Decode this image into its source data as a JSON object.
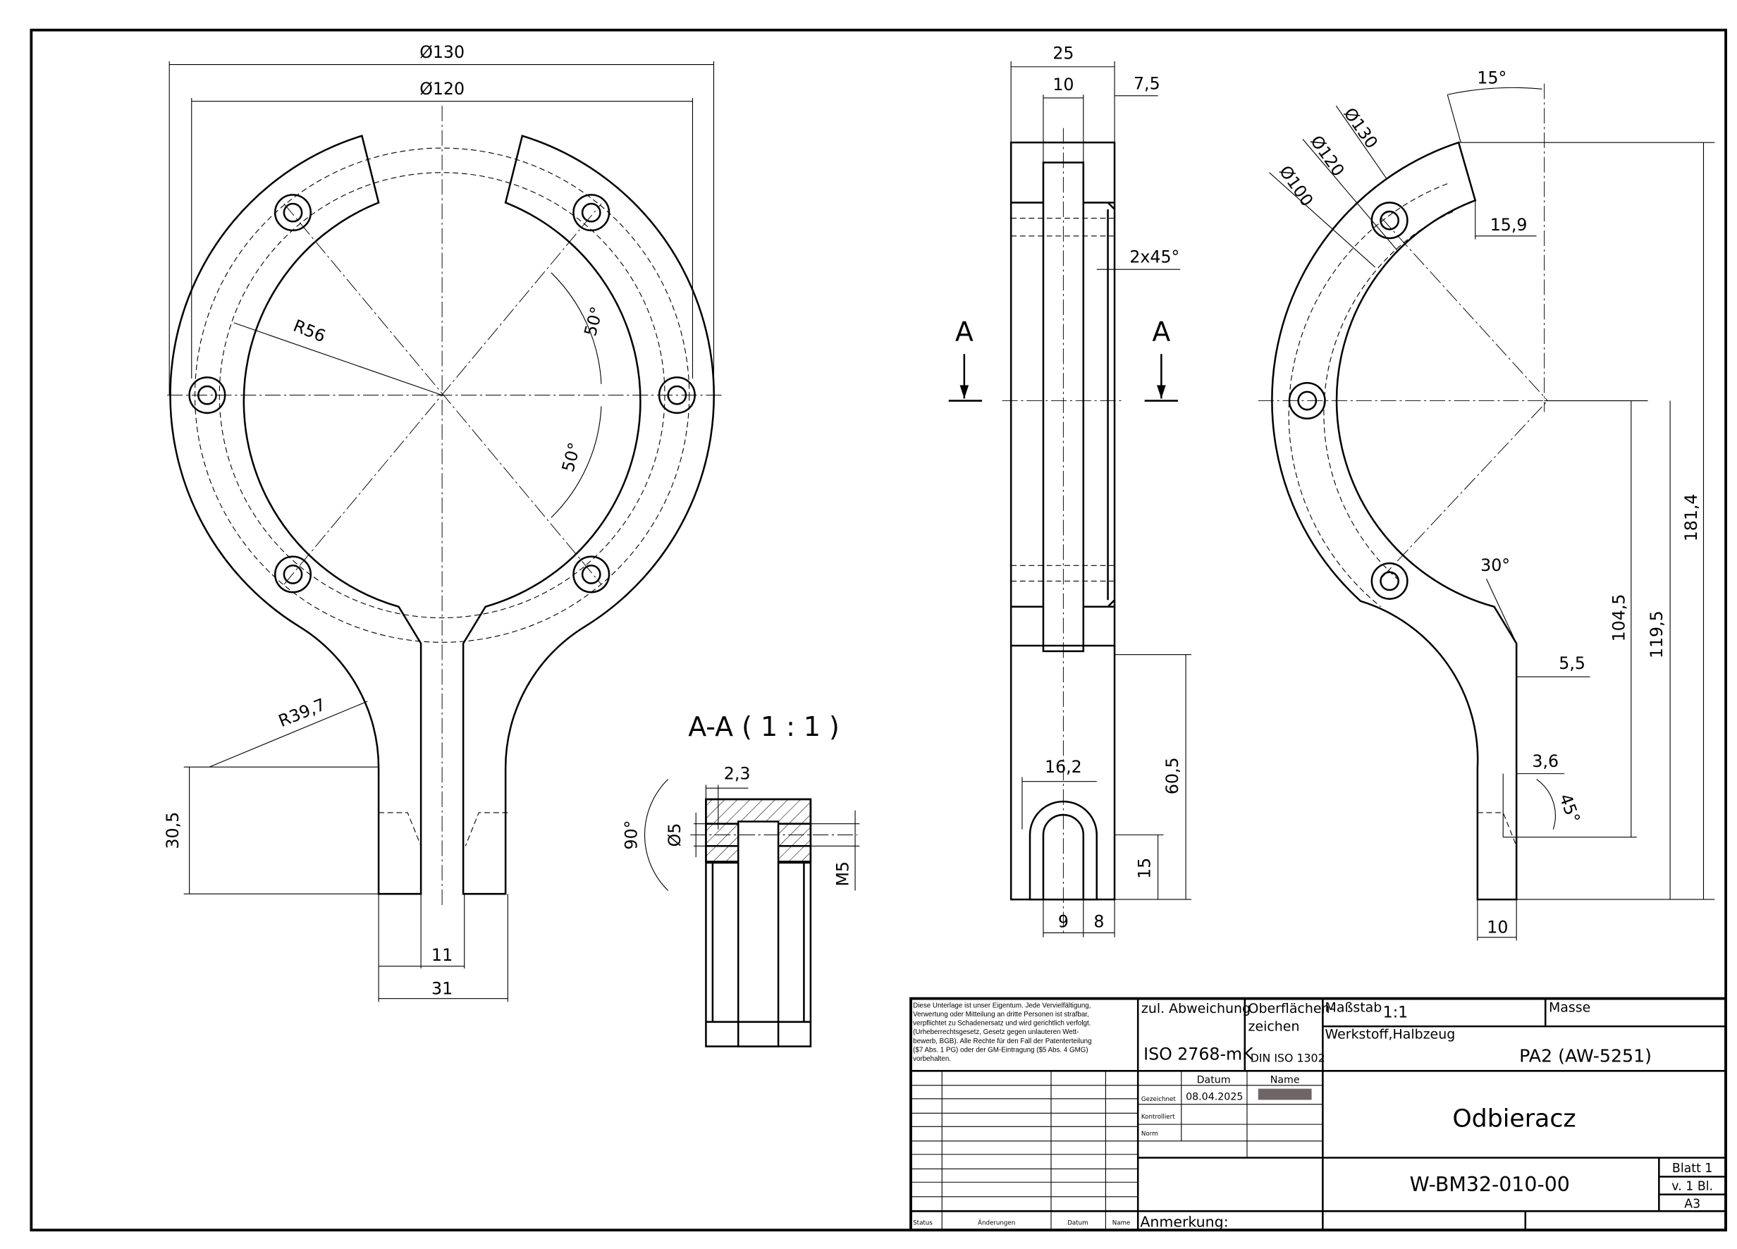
{
  "dims": {
    "front_d130": "Ø130",
    "front_d120": "Ø120",
    "front_r56": "R56",
    "front_a50_top": "50°",
    "front_a50_bot": "50°",
    "front_r39": "R39,7",
    "front_h30": "30,5",
    "front_w11": "11",
    "front_w31": "31",
    "side_25": "25",
    "side_10": "10",
    "side_7": "7,5",
    "side_chamfer": "2x45°",
    "side_a_left": "A",
    "side_a_right": "A",
    "side_16": "16,2",
    "side_60": "60,5",
    "side_15": "15",
    "side_9": "9",
    "side_8": "8",
    "sec_title": "A-A ( 1 : 1 )",
    "sec_23": "2,3",
    "sec_d5": "Ø5",
    "sec_90": "90°",
    "sec_m5": "M5",
    "right_15deg": "15°",
    "right_d130": "Ø130",
    "right_d120": "Ø120",
    "right_d100": "Ø100",
    "right_159": "15,9",
    "right_181": "181,4",
    "right_104": "104,5",
    "right_119": "119,5",
    "right_30deg": "30°",
    "right_55": "5,5",
    "right_36": "3,6",
    "right_45deg": "45°",
    "right_10": "10"
  },
  "title_block": {
    "notice": [
      "Diese Unterlage ist unser Eigentum. Jede Vervielfältigung,",
      "Verwertung oder Mitteilung an dritte Personen ist strafbar,",
      "verpflichtet zu Schadenersatz und wird gerichtlich verfolgt.",
      "(Urheberrechtsgesetz, Gesetz gegen unlauteren Wett-",
      "bewerb, BGB). Alle Rechte für den Fall der Patenterteilung",
      "($7 Abs. 1 PG) oder der GM-Eintragung ($5 Abs. 4 GMG)",
      "vorbehalten."
    ],
    "tolerance_label": "zul. Abweichung",
    "tolerance_value": "ISO 2768-mK",
    "surface_label_1": "Oberflächen-",
    "surface_label_2": "zeichen",
    "surface_value": "DIN ISO 1302",
    "scale_label": "Maßstab",
    "scale_value": "1:1",
    "mass_label": "Masse",
    "material_label": "Werkstoff,Halbzeug",
    "material_value": "PA2 (AW-5251)",
    "datum_header": "Datum",
    "name_header": "Name",
    "drawn_label": "Gezeichnet",
    "drawn_date": "08.04.2025",
    "checked_label": "Kontrolliert",
    "norm_label": "Norm",
    "title": "Odbieracz",
    "drawing_number": "W-BM32-010-00",
    "sheet": "Blatt 1",
    "sheet_of": "v.   1 Bl.",
    "format": "A3",
    "remark_label": "Anmerkung:",
    "changes_headers": {
      "status": "Status",
      "changes": "Änderungen",
      "date": "Datum",
      "name": "Name"
    }
  },
  "colors": {
    "redaction": "#6e6567"
  }
}
